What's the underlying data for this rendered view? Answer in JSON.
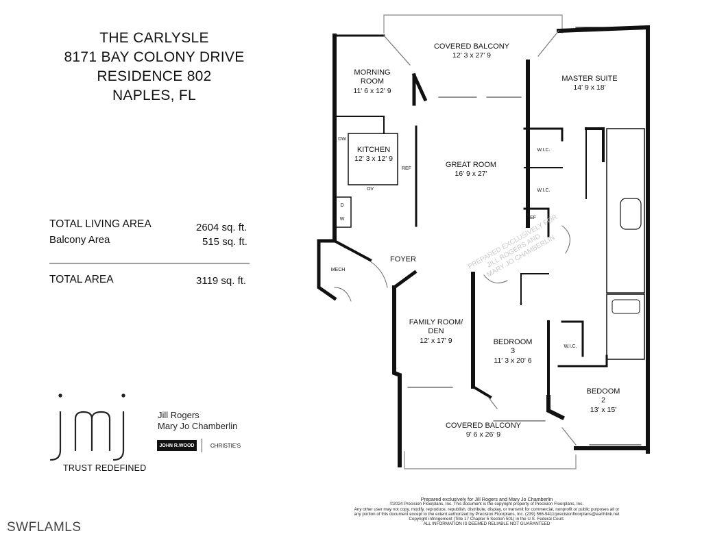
{
  "header": {
    "line1": "THE CARLYSLE",
    "line2": "8171 BAY COLONY DRIVE",
    "line3": "RESIDENCE 802",
    "line4": "NAPLES, FL"
  },
  "areas": {
    "living_label": "TOTAL LIVING AREA",
    "living_value": "2604 sq. ft.",
    "balcony_label": "Balcony Area",
    "balcony_value": "515 sq. ft.",
    "total_label": "TOTAL AREA",
    "total_value": "3119 sq. ft."
  },
  "branding": {
    "monogram": "jmj",
    "agent1": "Jill Rogers",
    "agent2": "Mary Jo Chamberlin",
    "tagline": "TRUST REDEFINED",
    "brand1": "JOHN R.WOOD",
    "brand2": "CHRISTIE'S"
  },
  "rooms": {
    "covered_balcony_top": "COVERED BALCONY",
    "covered_balcony_top_dim": "12' 3 x 27' 9",
    "morning_room_1": "MORNING",
    "morning_room_2": "ROOM",
    "morning_room_dim": "11' 6 x 12' 9",
    "master_suite": "MASTER SUITE",
    "master_suite_dim": "14' 9 x 18'",
    "kitchen": "KITCHEN",
    "kitchen_dim": "12' 3 x 12' 9",
    "great_room": "GREAT ROOM",
    "great_room_dim": "16' 9 x 27'",
    "wic1": "W.I.C.",
    "wic2": "W.I.C.",
    "wic3": "W.I.C.",
    "foyer": "FOYER",
    "mech": "MECH",
    "family_room_1": "FAMILY ROOM/",
    "family_room_2": "DEN",
    "family_room_dim": "12' x 17' 9",
    "bedroom3_1": "BEDROOM",
    "bedroom3_2": "3",
    "bedroom3_dim": "11' 3 x 20' 6",
    "bedroom2_1": "BEDOOM",
    "bedroom2_2": "2",
    "bedroom2_dim": "13' x 15'",
    "covered_balcony_bottom": "COVERED BALCONY",
    "covered_balcony_bottom_dim": "9' 6 x 26' 9",
    "dw": "DW",
    "ref": "REF",
    "ref2": "REF",
    "ov": "OV",
    "w": "W",
    "d": "D"
  },
  "plan_watermark": {
    "line1": "PREPARED EXCLUSIVELY FOR",
    "line2": "JILL ROGERS AND",
    "line3": "MARY JO CHAMBERLIN"
  },
  "footer": {
    "line1": "Prepared exclusively for Jill Rogers and Mary Jo Chamberlin",
    "line2": "©2024 Precision Floorplans, Inc. This document is the copyright property of Precision Floorplans, Inc.",
    "line3": "Any other user may not copy, modify, reproduce, republish, distribute, display, or transmit for commercial, nonprofit or public purposes all or",
    "line4": "any portion of this document except to the extent authorized by Precision Floorplans, Inc. (239) 566-9411/precisionfloorplans@earthlink.net",
    "line5": "Copyright infringement (Title 17 Chapter 5 Section 501) in the U.S. Federal Court.",
    "line6": "ALL INFORMATION IS DEEMED RELIABLE NOT GUARANTEED"
  },
  "watermark": "SWFLAMLS"
}
